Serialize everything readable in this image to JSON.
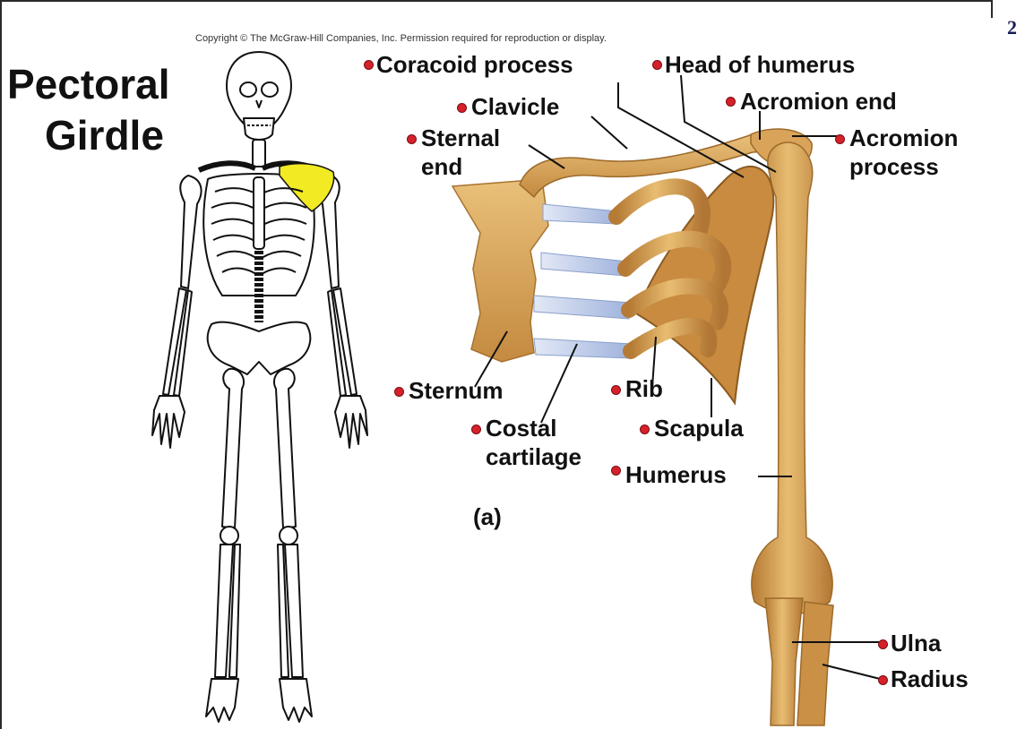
{
  "page_number": "2",
  "copyright": "Copyright © The McGraw-Hill Companies, Inc. Permission required for reproduction or display.",
  "title": {
    "line1": "Pectoral",
    "line2": "Girdle"
  },
  "labels": {
    "coracoid_process": "Coracoid process",
    "head_of_humerus": "Head of humerus",
    "clavicle": "Clavicle",
    "acromion_end": "Acromion end",
    "sternal_end_1": "Sternal",
    "sternal_end_2": "end",
    "acromion_process_1": "Acromion",
    "acromion_process_2": "process",
    "sternum": "Sternum",
    "rib": "Rib",
    "costal_cartilage_1": "Costal",
    "costal_cartilage_2": "cartilage",
    "scapula": "Scapula",
    "humerus": "Humerus",
    "ulna": "Ulna",
    "radius": "Radius"
  },
  "panel_label": "(a)",
  "colors": {
    "bone": "#d9a45a",
    "bone_dark": "#a86f2e",
    "cartilage": "#b9c7e6",
    "highlight": "#f2ea22",
    "dot": "#d6202a"
  }
}
